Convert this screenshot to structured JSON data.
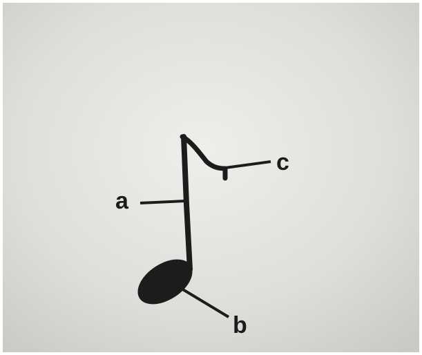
{
  "diagram": {
    "labels": {
      "a": "a",
      "b": "b",
      "c": "c"
    },
    "colors": {
      "paper": "#dcdcd8",
      "ink": "#1c1c1c"
    }
  }
}
